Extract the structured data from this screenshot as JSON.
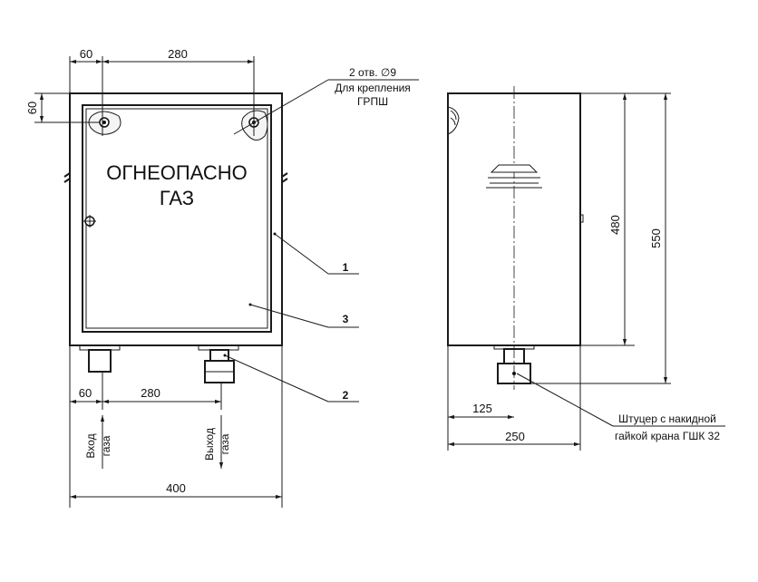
{
  "front_view": {
    "sign_line1": "ОГНЕОПАСНО",
    "sign_line2": "ГАЗ",
    "dim_top_left": "60",
    "dim_top_span": "280",
    "dim_side_top": "60",
    "holes_note_line1": "2 отв. ∅9",
    "holes_note_line2": "Для крепления",
    "holes_note_line3": "ГРПШ",
    "dim_bottom_left": "60",
    "dim_bottom_span": "280",
    "dim_total_width": "400",
    "inlet_label_line1": "Вход",
    "inlet_label_line2": "газа",
    "outlet_label_line1": "Выход",
    "outlet_label_line2": "газа",
    "callout_1": "1",
    "callout_2": "2",
    "callout_3": "3"
  },
  "side_view": {
    "dim_height_inner": "480",
    "dim_height_total": "550",
    "dim_offset": "125",
    "dim_depth": "250",
    "fitting_note_line1": "Штуцер с накидной",
    "fitting_note_line2": "гайкой крана ГШК 32"
  }
}
